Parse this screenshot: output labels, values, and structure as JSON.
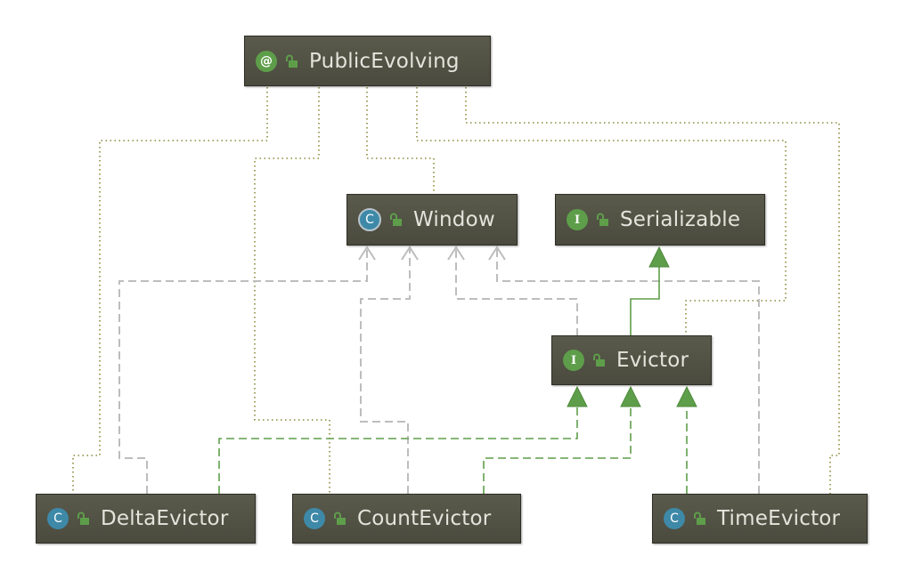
{
  "nodes": {
    "public_evolving": {
      "label": "PublicEvolving",
      "badge": "@",
      "kind": "annotation"
    },
    "window": {
      "label": "Window",
      "badge": "C",
      "kind": "abstract-class"
    },
    "serializable": {
      "label": "Serializable",
      "badge": "I",
      "kind": "interface"
    },
    "evictor": {
      "label": "Evictor",
      "badge": "I",
      "kind": "interface"
    },
    "delta_evictor": {
      "label": "DeltaEvictor",
      "badge": "C",
      "kind": "class"
    },
    "count_evictor": {
      "label": "CountEvictor",
      "badge": "C",
      "kind": "class"
    },
    "time_evictor": {
      "label": "TimeEvictor",
      "badge": "C",
      "kind": "class"
    }
  },
  "colors": {
    "node_fill": "#505044",
    "node_text": "#e4e4dc",
    "class_badge": "#3e89a8",
    "interface_badge": "#5e9e4a",
    "annotation_link": "#8a8a3a",
    "dependency_link": "#bdbdbd",
    "implements_link": "#5e9e4a"
  },
  "edges": [
    {
      "from": "Evictor",
      "to": "Serializable",
      "type": "extends"
    },
    {
      "from": "DeltaEvictor",
      "to": "Evictor",
      "type": "implements"
    },
    {
      "from": "CountEvictor",
      "to": "Evictor",
      "type": "implements"
    },
    {
      "from": "TimeEvictor",
      "to": "Evictor",
      "type": "implements"
    },
    {
      "from": "Evictor",
      "to": "Window",
      "type": "uses"
    },
    {
      "from": "DeltaEvictor",
      "to": "Window",
      "type": "uses"
    },
    {
      "from": "CountEvictor",
      "to": "Window",
      "type": "uses"
    },
    {
      "from": "TimeEvictor",
      "to": "Window",
      "type": "uses"
    },
    {
      "from": "PublicEvolving",
      "to": "Window",
      "type": "annotates"
    },
    {
      "from": "PublicEvolving",
      "to": "Evictor",
      "type": "annotates"
    },
    {
      "from": "PublicEvolving",
      "to": "DeltaEvictor",
      "type": "annotates"
    },
    {
      "from": "PublicEvolving",
      "to": "CountEvictor",
      "type": "annotates"
    },
    {
      "from": "PublicEvolving",
      "to": "TimeEvictor",
      "type": "annotates"
    }
  ]
}
